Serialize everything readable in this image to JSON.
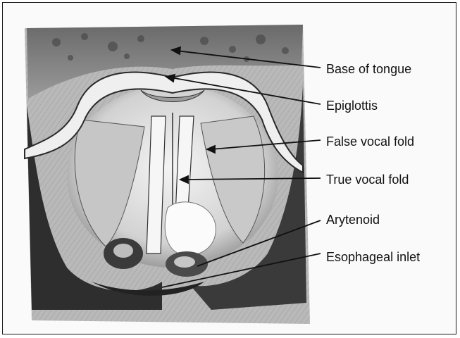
{
  "labels": [
    {
      "id": "base-of-tongue",
      "text": "Base  of tongue"
    },
    {
      "id": "epiglottis",
      "text": "Epiglottis"
    },
    {
      "id": "false-vocal-fold",
      "text": "False vocal fold"
    },
    {
      "id": "true-vocal-fold",
      "text": "True vocal fold"
    },
    {
      "id": "arytenoid",
      "text": "Arytenoid"
    },
    {
      "id": "esophageal-inlet",
      "text": "Esophageal inlet"
    }
  ],
  "colors": {
    "ink": "#111111",
    "paper": "#fafafa"
  }
}
